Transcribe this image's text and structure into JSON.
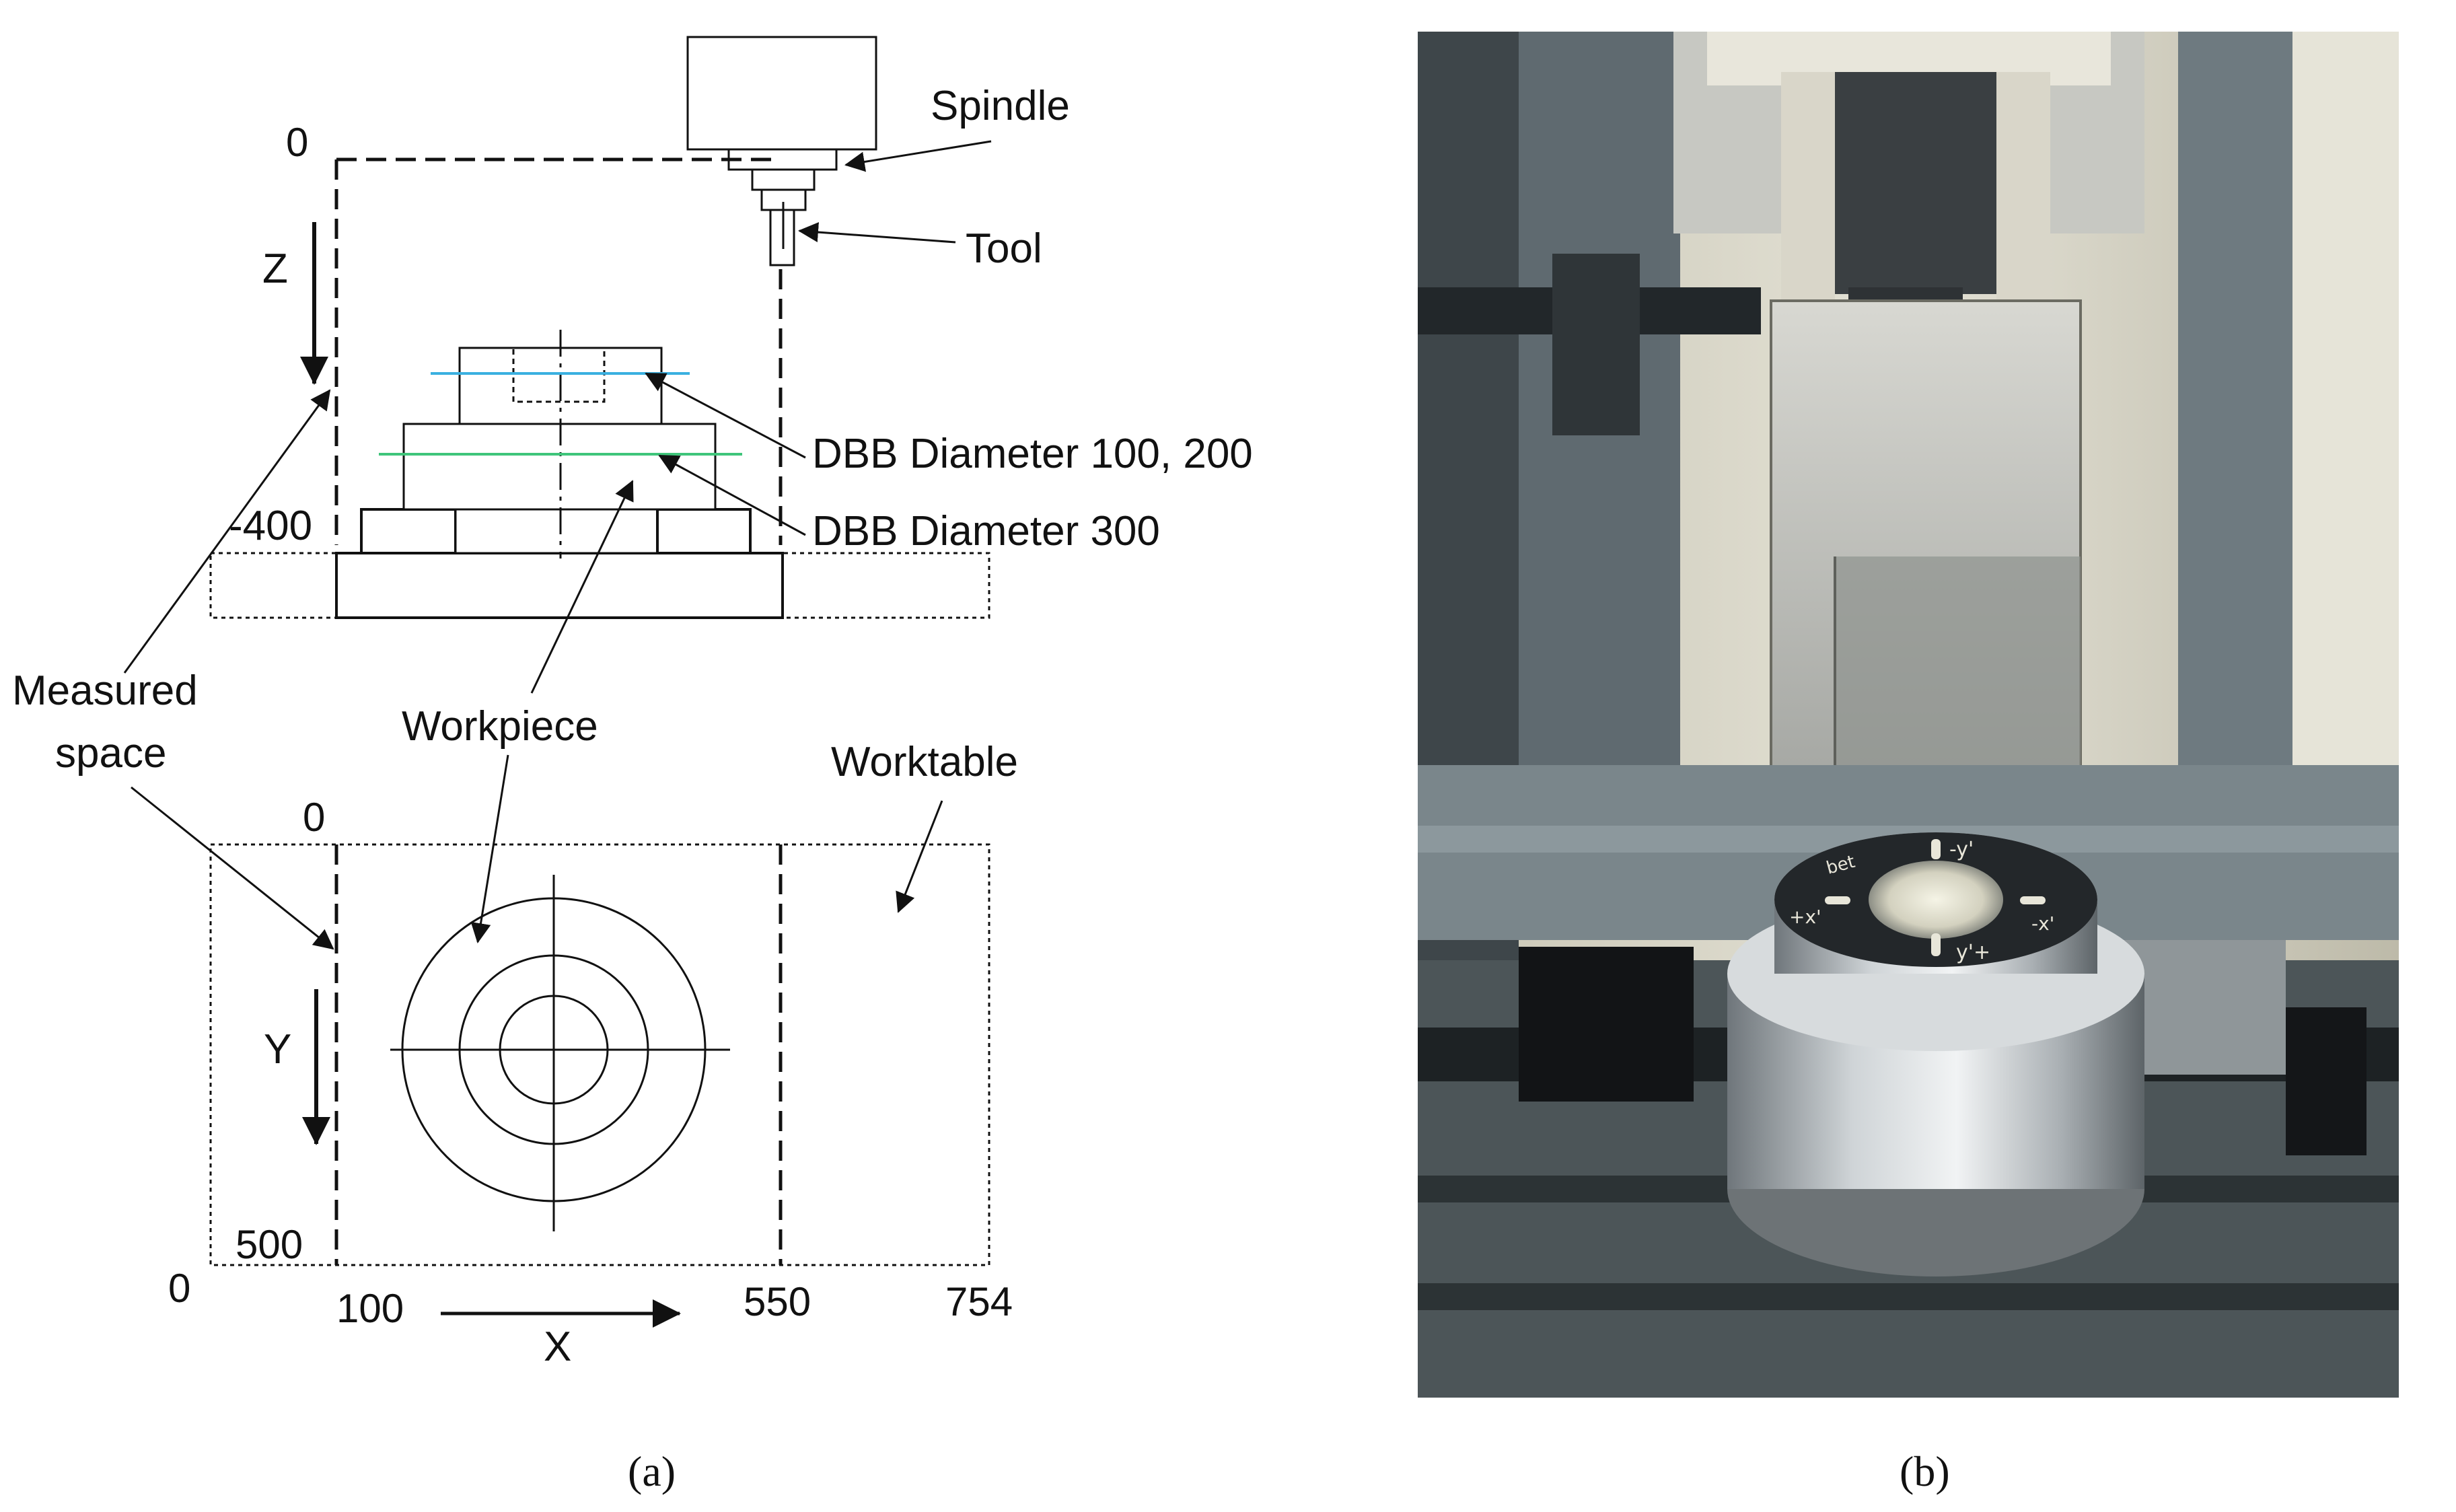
{
  "panel_a": {
    "labels": {
      "spindle": "Spindle",
      "tool": "Tool",
      "z_axis": "Z",
      "z_zero": "0",
      "z_min": "-400",
      "dbb_100_200": "DBB Diameter 100, 200",
      "dbb_300": "DBB Diameter 300",
      "measured_space_line1": "Measured",
      "measured_space_line2": "space",
      "workpiece": "Workpiece",
      "worktable": "Worktable",
      "y_zero": "0",
      "y_axis": "Y",
      "y_max": "500",
      "origin": "0",
      "x_100": "100",
      "x_550": "550",
      "x_754": "754",
      "x_axis": "X"
    },
    "colors": {
      "dbb_100_200_line": "#3ab0e0",
      "dbb_300_line": "#3fc57a"
    }
  },
  "panel_b": {
    "part_marks": {
      "mark_y_top": "-y'",
      "mark_bet": "bet",
      "mark_plus_x": "+x'",
      "mark_minus_x": "-x'",
      "mark_y_bottom": "y'+"
    }
  },
  "captions": {
    "a": "(a)",
    "b": "(b)"
  }
}
